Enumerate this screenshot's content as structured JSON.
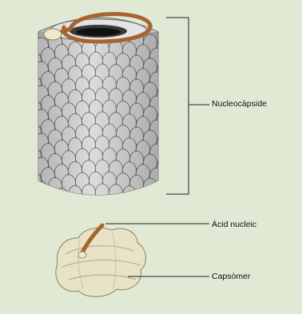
{
  "labels": {
    "nucleocapside": "Nucleocàpside",
    "acid_nucleic": "Àcid nucleic",
    "capsomer": "Capsòmer"
  },
  "colors": {
    "background": "#dfe9d3",
    "capsomer_fill": "#dcdcdc",
    "capsomer_stroke": "#6e6e6e",
    "rna": "#a8642f",
    "rna_tip": "#efe9c8",
    "leader_line": "#222222"
  }
}
